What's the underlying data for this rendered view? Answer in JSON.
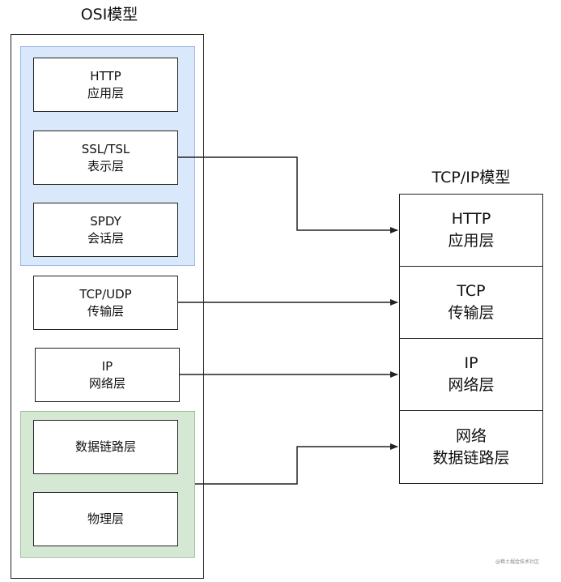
{
  "osi": {
    "title": "OSI模型",
    "layers": [
      {
        "name": "HTTP",
        "cn": "应用层"
      },
      {
        "name": "SSL/TSL",
        "cn": "表示层"
      },
      {
        "name": "SPDY",
        "cn": "会话层"
      },
      {
        "name": "TCP/UDP",
        "cn": "传输层"
      },
      {
        "name": "IP",
        "cn": "网络层"
      },
      {
        "name": "",
        "cn": "数据链路层"
      },
      {
        "name": "",
        "cn": "物理层"
      }
    ]
  },
  "tcpip": {
    "title": "TCP/IP模型",
    "layers": [
      {
        "name": "HTTP",
        "cn": "应用层"
      },
      {
        "name": "TCP",
        "cn": "传输层"
      },
      {
        "name": "IP",
        "cn": "网络层"
      },
      {
        "name": "网络",
        "cn": "数据链路层"
      }
    ]
  },
  "colors": {
    "group_application": "#dae8fc",
    "group_link": "#d5e8d4",
    "line": "#222222"
  },
  "watermark": "@稀土掘金技术社区"
}
